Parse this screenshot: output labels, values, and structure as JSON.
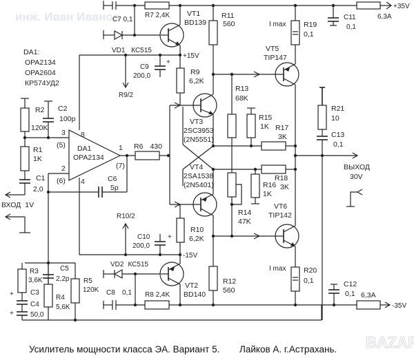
{
  "title": "Усилитель мощности класса ЭА. Вариант 5.",
  "author": "Лайков А. г.Астрахань.",
  "watermarks": {
    "top": "инж. Иван Иванов",
    "corner": "BAZAR"
  },
  "opamp": {
    "ref": "DA1",
    "part": "OPA2134",
    "options_header": "DA1:",
    "options": [
      "OPA2134",
      "OPA2604",
      "КР574УД2"
    ],
    "pins": {
      "in_plus": "3",
      "in_plus_alt": "(5)",
      "in_minus": "2",
      "in_minus_alt": "(6)",
      "out": "1",
      "out_alt": "(7)",
      "vpos": "8",
      "vneg": "4"
    }
  },
  "rails": {
    "op_pos": "+15V",
    "op_neg": "-15V",
    "main_pos": "+35V",
    "main_neg": "-35V"
  },
  "input": {
    "label": "ВХОД",
    "level": "1V"
  },
  "output": {
    "label": "ВЫХОД",
    "level": "30V"
  },
  "resistors": {
    "R1": {
      "ref": "R1",
      "value": "1K"
    },
    "R2": {
      "ref": "R2",
      "value": "120K"
    },
    "R3": {
      "ref": "R3",
      "value": "3,6K"
    },
    "R4": {
      "ref": "R4",
      "value": "5,6K"
    },
    "R5": {
      "ref": "R5",
      "value": "120K"
    },
    "R6": {
      "ref": "R6",
      "value": "430"
    },
    "R7": {
      "ref": "R7",
      "value": "2,4K"
    },
    "R8": {
      "ref": "R8",
      "value": "2,4K"
    },
    "R9": {
      "ref": "R9",
      "value": "6,2K"
    },
    "R10": {
      "ref": "R10",
      "value": "6,2K"
    },
    "R11": {
      "ref": "R11",
      "value": "560"
    },
    "R12": {
      "ref": "R12",
      "value": "560"
    },
    "R13": {
      "ref": "R13",
      "value": "68K"
    },
    "R14": {
      "ref": "R14",
      "value": "47K"
    },
    "R15": {
      "ref": "R15",
      "value": "1K"
    },
    "R16": {
      "ref": "R16",
      "value": "1K"
    },
    "R17": {
      "ref": "R17",
      "value": "3K"
    },
    "R18": {
      "ref": "R18",
      "value": "3K"
    },
    "R19": {
      "ref": "R19",
      "value": "0,1"
    },
    "R20": {
      "ref": "R20",
      "value": "0,1"
    },
    "R21": {
      "ref": "R21",
      "value": "10"
    }
  },
  "taps": {
    "r9": "R9/2",
    "r10": "R10/2"
  },
  "capacitors": {
    "C1": {
      "ref": "C1",
      "value": "2,0"
    },
    "C2": {
      "ref": "C2",
      "value": "100p"
    },
    "C3": {
      "ref": "C3"
    },
    "C4": {
      "ref": "C4",
      "value": "50,0"
    },
    "C5": {
      "ref": "C5",
      "value": "2,2p"
    },
    "C6": {
      "ref": "C6",
      "value": "5p"
    },
    "C7": {
      "ref": "C7",
      "value": "0,1"
    },
    "C8": {
      "ref": "C8",
      "value": "0,1"
    },
    "C9": {
      "ref": "C9",
      "value": "200,0"
    },
    "C10": {
      "ref": "C10",
      "value": "200,0"
    },
    "C11": {
      "ref": "C11",
      "value": "0,1"
    },
    "C12": {
      "ref": "C12",
      "value": "0,1"
    },
    "C13": {
      "ref": "C13",
      "value": "0,1"
    }
  },
  "diodes": {
    "VD1": {
      "ref": "VD1",
      "part": "КС515"
    },
    "VD2": {
      "ref": "VD2",
      "part": "КС515"
    }
  },
  "transistors": {
    "VT1": {
      "ref": "VT1",
      "part": "BD139"
    },
    "VT2": {
      "ref": "VT2",
      "part": "BD140"
    },
    "VT3": {
      "ref": "VT3",
      "part": "2SC3953",
      "alt": "(2N5551)"
    },
    "VT4": {
      "ref": "VT4",
      "part": "2SA1538",
      "alt": "(2N5401)"
    },
    "VT5": {
      "ref": "VT5",
      "part": "TIP147"
    },
    "VT6": {
      "ref": "VT6",
      "part": "TIP142"
    }
  },
  "fuses": {
    "F1": {
      "value": "6,3A"
    },
    "F2": {
      "value": "6,3A"
    }
  },
  "imax_label": "I max",
  "plus_sign": "+"
}
